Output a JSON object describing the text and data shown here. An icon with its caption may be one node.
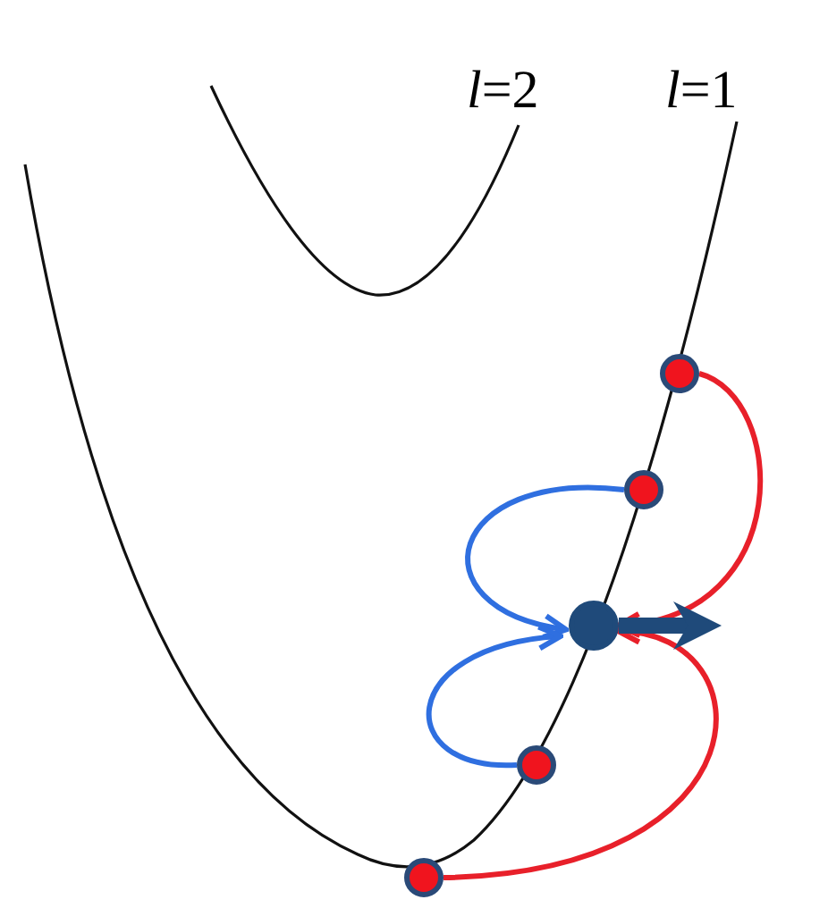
{
  "diagram": {
    "nodes": [
      {
        "text": [],
        "shape": "circle"
      },
      {
        "text": [],
        "shape": "circle"
      },
      {
        "text": [],
        "shape": "circle"
      },
      {
        "text": [],
        "shape": "circle"
      },
      {
        "text": [],
        "shape": "circle"
      }
    ],
    "edges": [
      {
        "from": 0,
        "to": 2,
        "arrow": "to",
        "color": "#e8202a"
      },
      {
        "from": 1,
        "to": 2,
        "arrow": "to",
        "color": "#2f6fe0"
      },
      {
        "from": 3,
        "to": 2,
        "arrow": "to",
        "color": "#2f6fe0"
      },
      {
        "from": 4,
        "to": 2,
        "arrow": "to",
        "color": "#e8202a"
      },
      {
        "from": 2,
        "to": null,
        "arrow": "to",
        "style": "thick",
        "color": "#1f4a7a"
      }
    ],
    "labels": [
      "*l*=2",
      "*l*=1"
    ]
  }
}
